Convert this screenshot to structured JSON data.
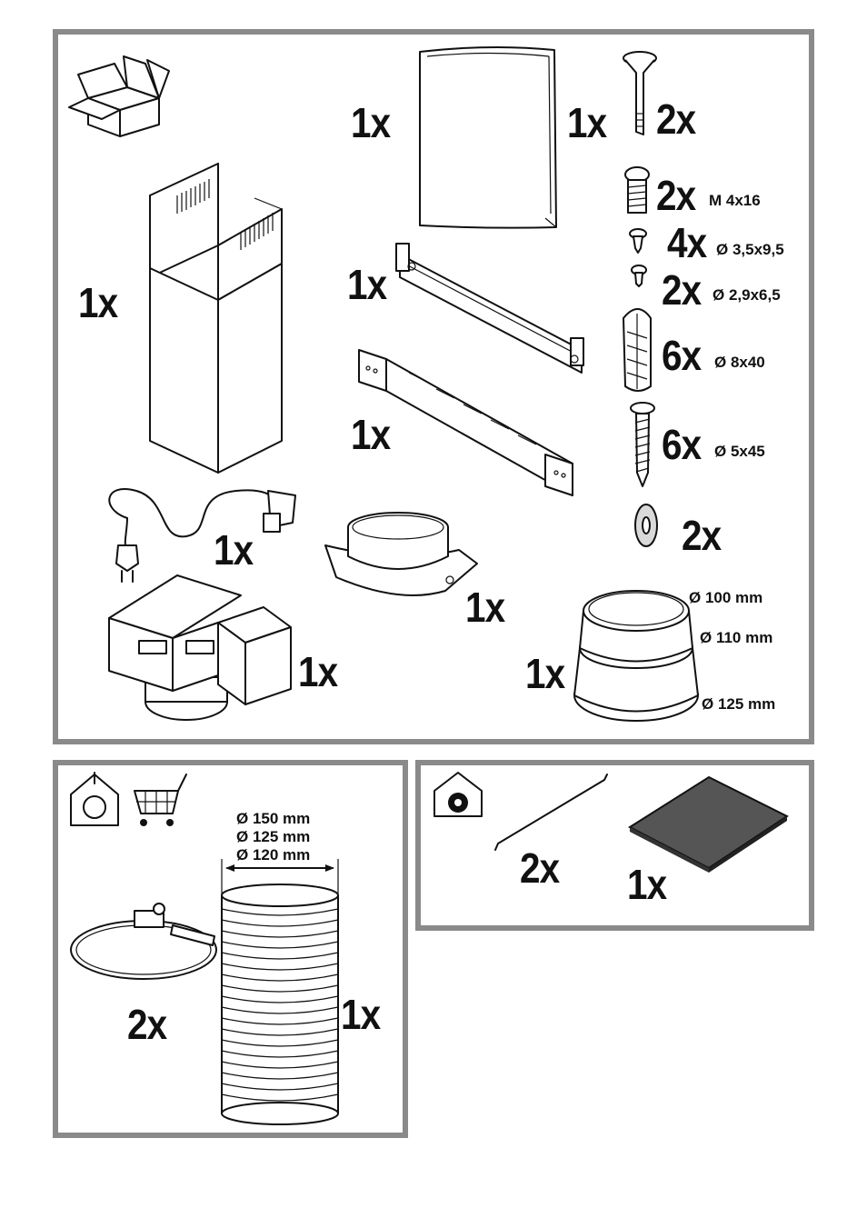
{
  "main": {
    "chimney_qty": "1x",
    "bag_qty": "1x",
    "manual_qty": "1x",
    "bolt_qty": "2x",
    "screw_m4_qty": "2x",
    "screw_m4_spec": "M 4x16",
    "screw_35_qty": "4x",
    "screw_35_spec": "Ø 3,5x9,5",
    "screw_29_qty": "2x",
    "screw_29_spec": "Ø 2,9x6,5",
    "bracket_qty": "1x",
    "support_qty": "1x",
    "plug_qty": "6x",
    "plug_spec": "Ø 8x40",
    "woodscrew_qty": "6x",
    "woodscrew_spec": "Ø 5x45",
    "washer_qty": "2x",
    "cable_qty": "1x",
    "flange_qty": "1x",
    "adapter_qty": "1x",
    "adapter_d1": "Ø 100 mm",
    "adapter_d2": "Ø 110 mm",
    "adapter_d3": "Ø 125 mm",
    "diverter_qty": "1x"
  },
  "duct": {
    "d1": "Ø 150 mm",
    "d2": "Ø 125 mm",
    "d3": "Ø 120 mm",
    "clamp_qty": "2x",
    "hose_qty": "1x"
  },
  "recirc": {
    "rod_qty": "2x",
    "filter_qty": "1x"
  },
  "colors": {
    "border": "#8a8a8a",
    "ink": "#111111",
    "filter": "#555555"
  }
}
